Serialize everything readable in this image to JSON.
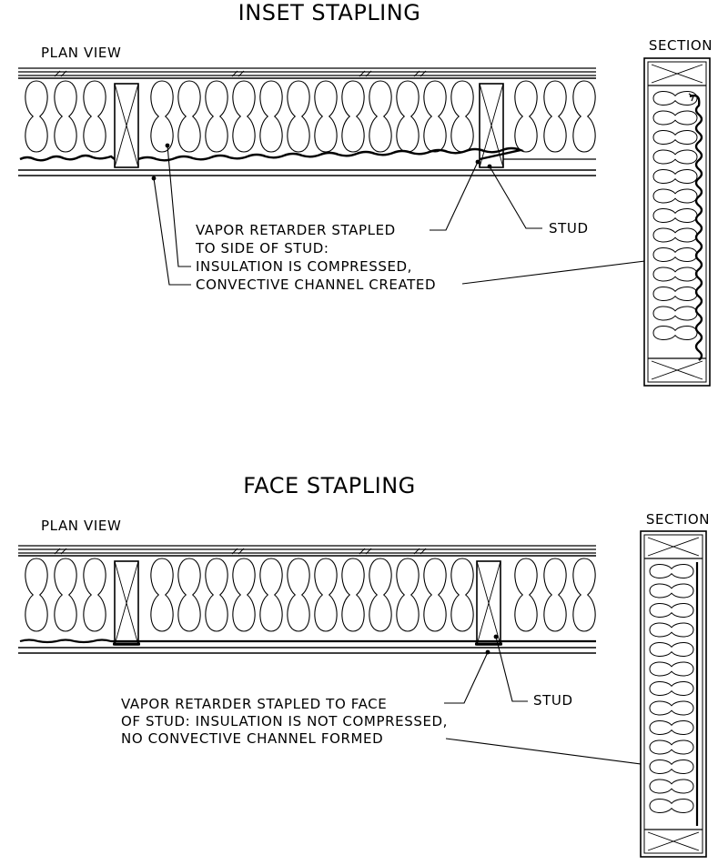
{
  "top": {
    "title": "INSET STAPLING",
    "plan_label": "PLAN VIEW",
    "section_label": "SECTION",
    "callout_line1": "VAPOR RETARDER STAPLED",
    "callout_line2": "TO SIDE OF STUD:",
    "callout_line3": "INSULATION IS COMPRESSED,",
    "callout_line4": "CONVECTIVE CHANNEL CREATED",
    "stud_label": "STUD"
  },
  "bottom": {
    "title": "FACE STAPLING",
    "plan_label": "PLAN VIEW",
    "section_label": "SECTION",
    "callout_line1": "VAPOR RETARDER STAPLED TO FACE",
    "callout_line2": "OF STUD: INSULATION IS NOT COMPRESSED,",
    "callout_line3": "NO CONVECTIVE CHANNEL FORMED",
    "stud_label": "STUD"
  }
}
